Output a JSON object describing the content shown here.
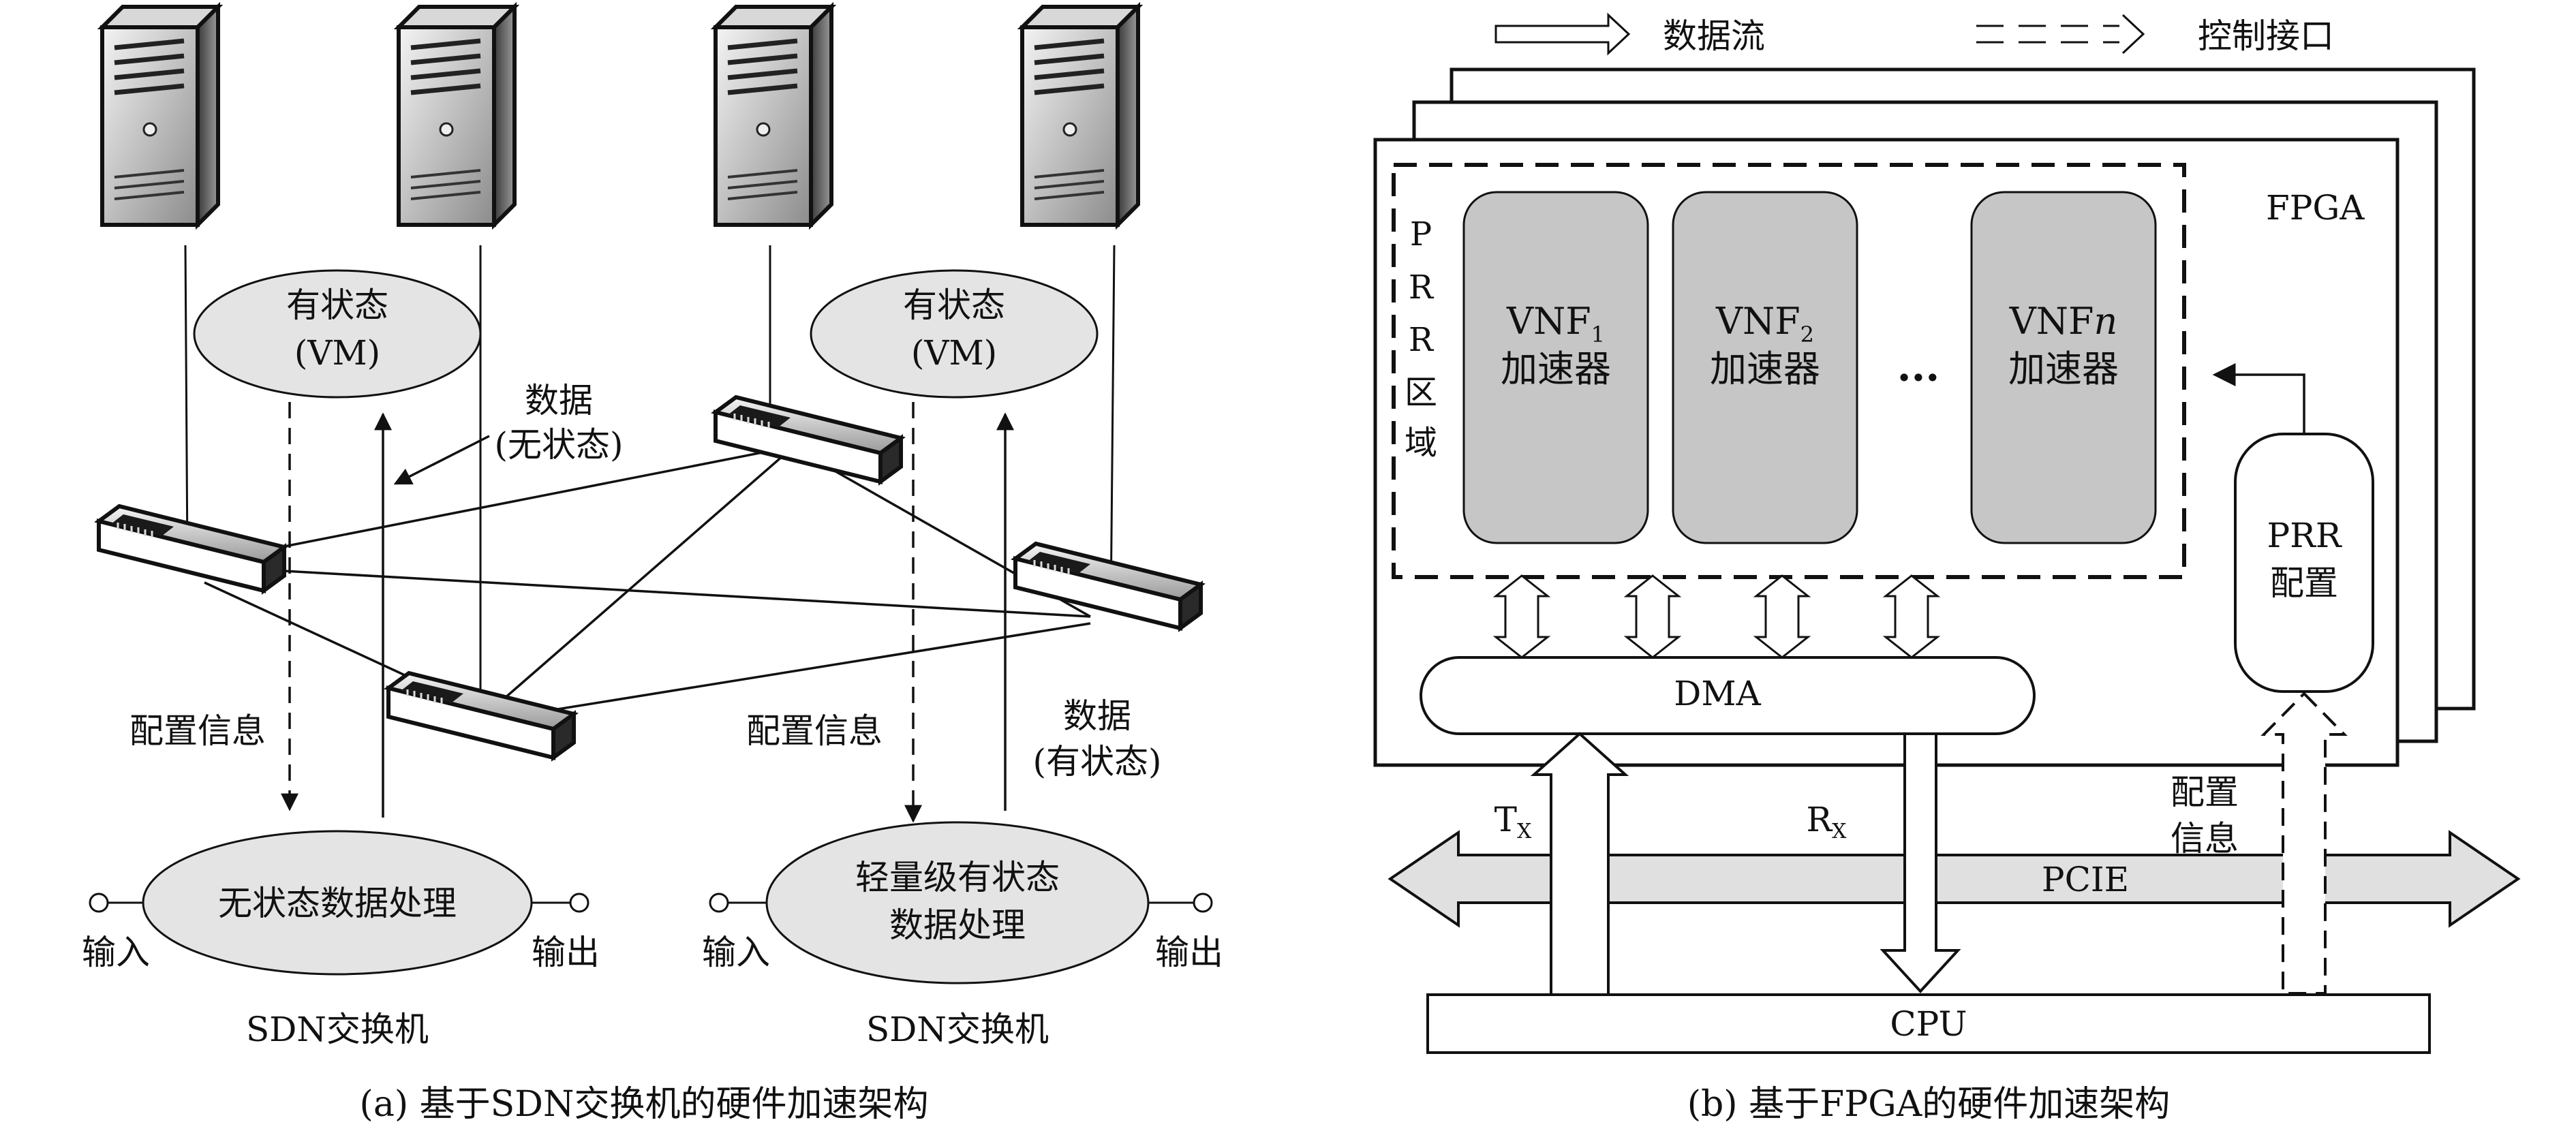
{
  "left_diagram": {
    "stateful_vm_1": {
      "line1": "有状态",
      "line2": "(VM)"
    },
    "stateful_vm_2": {
      "line1": "有状态",
      "line2": "(VM)"
    },
    "data_stateless": {
      "line1": "数据",
      "line2": "(无状态)"
    },
    "data_stateful": {
      "line1": "数据",
      "line2": "(有状态)"
    },
    "config_info_1": "配置信息",
    "config_info_2": "配置信息",
    "stateless_processing": "无状态数据处理",
    "lightweight_stateful": {
      "line1": "轻量级有状态",
      "line2": "数据处理"
    },
    "input_1": "输入",
    "output_1": "输出",
    "input_2": "输入",
    "output_2": "输出",
    "sdn_switch_1": "SDN交换机",
    "sdn_switch_2": "SDN交换机",
    "caption": "(a) 基于SDN交换机的硬件加速架构"
  },
  "right_diagram": {
    "legend": {
      "data_flow": "数据流",
      "control_interface": "控制接口"
    },
    "fpga_label": "FPGA",
    "prr_region_chars": [
      "P",
      "R",
      "R",
      "区",
      "域"
    ],
    "vnf_1": {
      "name": "VNF",
      "sub": "1",
      "line2": "加速器"
    },
    "vnf_2": {
      "name": "VNF",
      "sub": "2",
      "line2": "加速器"
    },
    "vnf_n": {
      "name": "VNF",
      "sub": "n",
      "line2": "加速器"
    },
    "ellipsis": "···",
    "prr_config": {
      "line1": "PRR",
      "line2": "配置"
    },
    "dma": "DMA",
    "tx": {
      "main": "T",
      "sub": "X"
    },
    "rx": {
      "main": "R",
      "sub": "X"
    },
    "config_info": {
      "line1": "配置",
      "line2": "信息"
    },
    "pcie": "PCIE",
    "cpu": "CPU",
    "caption": "(b) 基于FPGA的硬件加速架构"
  },
  "colors": {
    "accelerator_fill": "#c6c6c6",
    "ellipse_fill": "#e4e4e4",
    "bus_fill": "#e0e0e0",
    "stroke": "#111111"
  },
  "icons": [
    "server-icon",
    "network-switch-icon"
  ]
}
